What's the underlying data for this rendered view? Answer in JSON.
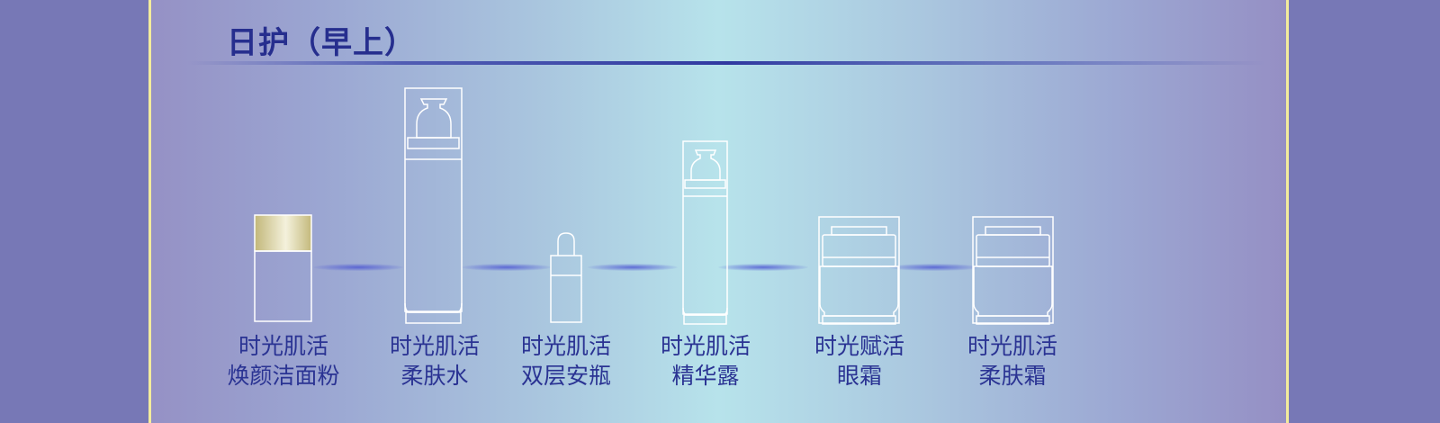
{
  "section": {
    "title": "日护（早上）"
  },
  "colors": {
    "outer_background": "#7778b6",
    "panel_border": "#f3ec9c",
    "gradient_edge": "#9591c5",
    "gradient_center": "#b7e3eb",
    "text_accent": "#262e8e",
    "cap_gold": "#c7bd83"
  },
  "products": [
    {
      "line1": "时光肌活",
      "line2": "焕颜洁面粉",
      "icon": "powder-jar-icon"
    },
    {
      "line1": "时光肌活",
      "line2": "柔肤水",
      "icon": "pump-bottle-tall-icon"
    },
    {
      "line1": "时光肌活",
      "line2": "双层安瓶",
      "icon": "ampoule-vial-icon"
    },
    {
      "line1": "时光肌活",
      "line2": "精华露",
      "icon": "pump-bottle-icon"
    },
    {
      "line1": "时光赋活",
      "line2": "眼霜",
      "icon": "cream-jar-icon"
    },
    {
      "line1": "时光肌活",
      "line2": "柔肤霜",
      "icon": "cream-jar-icon"
    }
  ]
}
